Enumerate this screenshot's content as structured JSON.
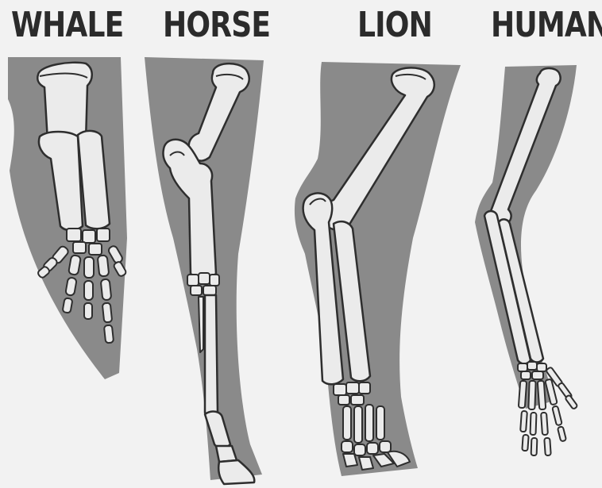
{
  "labels": {
    "whale": "WHALE",
    "horse": "HORSE",
    "lion": "LION",
    "human": "HUMAN"
  }
}
